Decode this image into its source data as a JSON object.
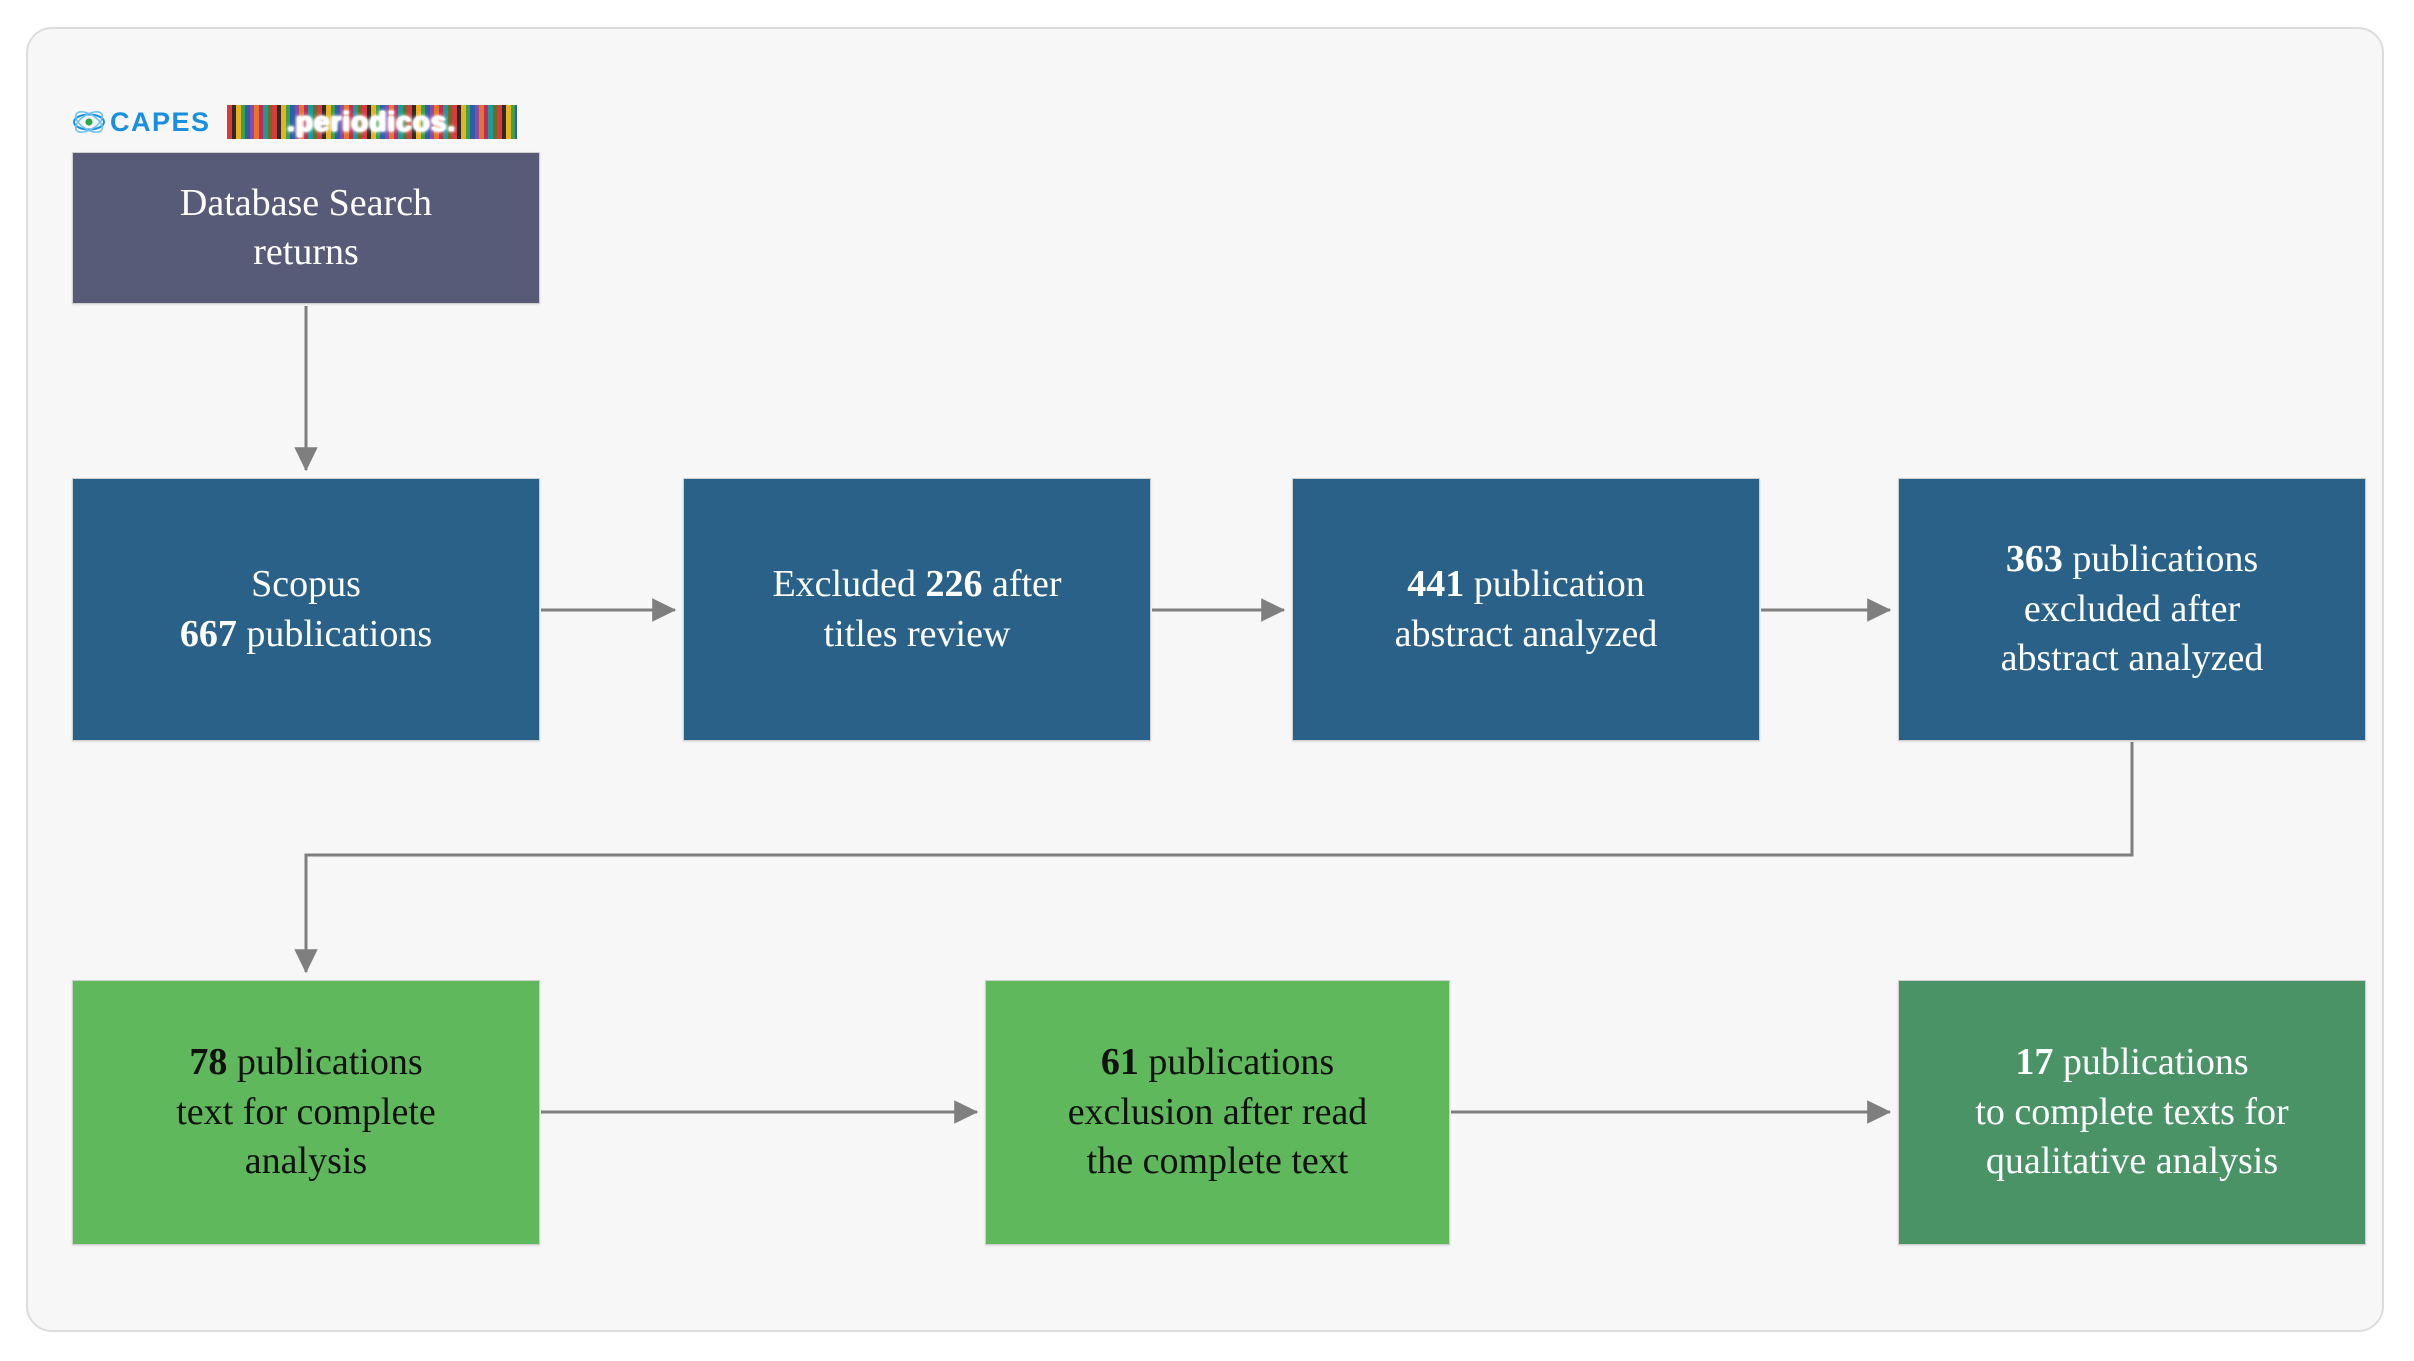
{
  "branding": {
    "capes_label": "CAPES",
    "capes_icon": "capes-eye-atom-icon",
    "periodicos_label": ".periodicos.",
    "capes_color": "#1a8fe0"
  },
  "colors": {
    "canvas": "#ffffff",
    "card_bg": "#f7f7f7",
    "card_border": "#dcdcdc",
    "slate": "#575b77",
    "blue": "#2a6189",
    "green": "#5fb85c",
    "green_dark": "#4a9367",
    "connector": "#7f7f7f"
  },
  "chart_data": {
    "type": "diagram",
    "title": "PRISMA-style literature screening flow",
    "nodes": [
      {
        "id": "database",
        "color": "slate",
        "lines": [
          "Database  Search",
          "returns"
        ]
      },
      {
        "id": "scopus",
        "color": "blue",
        "lines": [
          "Scopus",
          "667 publications"
        ],
        "bold_prefix": "667",
        "value": 667
      },
      {
        "id": "excluded226",
        "color": "blue",
        "lines": [
          "Excluded 226 after",
          "titles review"
        ],
        "value": 226
      },
      {
        "id": "abstract441",
        "color": "blue",
        "lines": [
          "441 publication",
          "abstract  analyzed"
        ],
        "value": 441
      },
      {
        "id": "excluded363",
        "color": "blue",
        "lines": [
          "363 publications",
          "excluded after",
          "abstract  analyzed"
        ],
        "value": 363
      },
      {
        "id": "text78",
        "color": "green",
        "lines": [
          "78 publications",
          "text for complete",
          "analysis"
        ],
        "value": 78
      },
      {
        "id": "excl61",
        "color": "green",
        "lines": [
          "61 publications",
          "exclusion after read",
          "the complete text"
        ],
        "value": 61
      },
      {
        "id": "final17",
        "color": "green_dark",
        "lines": [
          "17 publications",
          "to complete texts for",
          "qualitative  analysis"
        ],
        "value": 17
      }
    ],
    "edges": [
      {
        "from": "database",
        "to": "scopus",
        "style": "straight-down"
      },
      {
        "from": "scopus",
        "to": "excluded226",
        "style": "straight-right"
      },
      {
        "from": "excluded226",
        "to": "abstract441",
        "style": "straight-right"
      },
      {
        "from": "abstract441",
        "to": "excluded363",
        "style": "straight-right"
      },
      {
        "from": "excluded363",
        "to": "text78",
        "style": "elbow-down-left-down"
      },
      {
        "from": "text78",
        "to": "excl61",
        "style": "straight-right"
      },
      {
        "from": "excl61",
        "to": "final17",
        "style": "straight-right"
      }
    ]
  },
  "nodes": {
    "database": {
      "line1": "Database  Search",
      "line2": "returns"
    },
    "scopus": {
      "line1": "Scopus",
      "line2_bold": "667",
      "line2_rest": " publications"
    },
    "excluded226": {
      "line1_pre": "Excluded ",
      "line1_bold": "226",
      "line1_post": " after",
      "line2": "titles review"
    },
    "abstract441": {
      "line1_bold": "441",
      "line1_rest": " publication",
      "line2": "abstract  analyzed"
    },
    "excluded363": {
      "line1_bold": "363",
      "line1_rest": " publications",
      "line2": "excluded after",
      "line3": "abstract  analyzed"
    },
    "text78": {
      "line1_bold": "78",
      "line1_rest": " publications",
      "line2": "text for complete",
      "line3": "analysis"
    },
    "excl61": {
      "line1_bold": "61",
      "line1_rest": " publications",
      "line2": "exclusion after read",
      "line3": "the complete text"
    },
    "final17": {
      "line1_bold": "17",
      "line1_rest": " publications",
      "line2": "to complete texts for",
      "line3": "qualitative  analysis"
    }
  }
}
